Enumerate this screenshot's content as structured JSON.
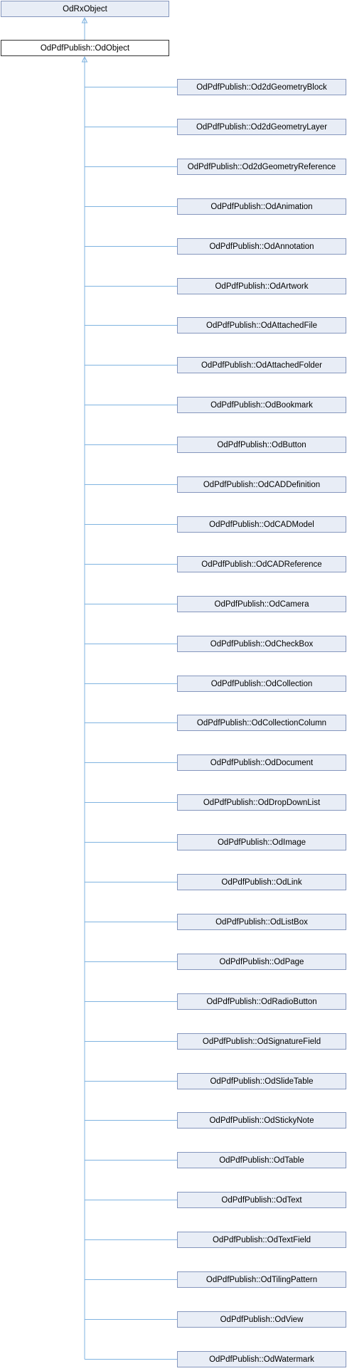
{
  "root": {
    "label": "OdRxObject"
  },
  "current": {
    "label": "OdPdfPublish::OdObject"
  },
  "children": [
    "OdPdfPublish::Od2dGeometryBlock",
    "OdPdfPublish::Od2dGeometryLayer",
    "OdPdfPublish::Od2dGeometryReference",
    "OdPdfPublish::OdAnimation",
    "OdPdfPublish::OdAnnotation",
    "OdPdfPublish::OdArtwork",
    "OdPdfPublish::OdAttachedFile",
    "OdPdfPublish::OdAttachedFolder",
    "OdPdfPublish::OdBookmark",
    "OdPdfPublish::OdButton",
    "OdPdfPublish::OdCADDefinition",
    "OdPdfPublish::OdCADModel",
    "OdPdfPublish::OdCADReference",
    "OdPdfPublish::OdCamera",
    "OdPdfPublish::OdCheckBox",
    "OdPdfPublish::OdCollection",
    "OdPdfPublish::OdCollectionColumn",
    "OdPdfPublish::OdDocument",
    "OdPdfPublish::OdDropDownList",
    "OdPdfPublish::OdImage",
    "OdPdfPublish::OdLink",
    "OdPdfPublish::OdListBox",
    "OdPdfPublish::OdPage",
    "OdPdfPublish::OdRadioButton",
    "OdPdfPublish::OdSignatureField",
    "OdPdfPublish::OdSlideTable",
    "OdPdfPublish::OdStickyNote",
    "OdPdfPublish::OdTable",
    "OdPdfPublish::OdText",
    "OdPdfPublish::OdTextField",
    "OdPdfPublish::OdTilingPattern",
    "OdPdfPublish::OdView",
    "OdPdfPublish::OdWatermark"
  ],
  "colors": {
    "node_fill": "#e8edf6",
    "node_border": "#8596bd",
    "current_border": "#333333",
    "edge": "#7fb3e0"
  }
}
